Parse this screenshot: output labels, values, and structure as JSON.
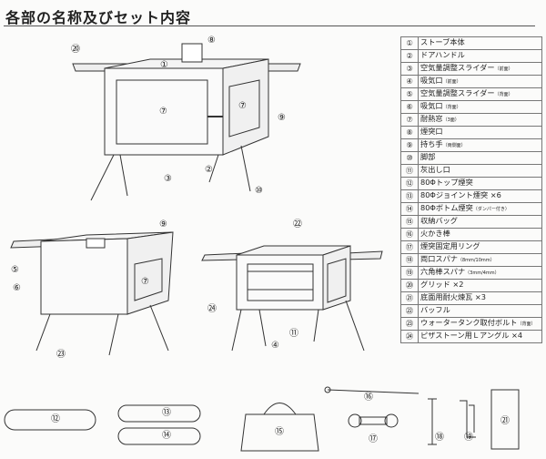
{
  "title": "各部の名称及びセット内容",
  "parts": [
    {
      "num": "①",
      "name": "ストーブ本体",
      "note": ""
    },
    {
      "num": "②",
      "name": "ドアハンドル",
      "note": ""
    },
    {
      "num": "③",
      "name": "空気量調整スライダー",
      "note": "（前面）"
    },
    {
      "num": "④",
      "name": "吸気口",
      "note": "（前面）"
    },
    {
      "num": "⑤",
      "name": "空気量調整スライダー",
      "note": "（背面）"
    },
    {
      "num": "⑥",
      "name": "吸気口",
      "note": "（背面）"
    },
    {
      "num": "⑦",
      "name": "耐熱窓",
      "note": "（3面）"
    },
    {
      "num": "⑧",
      "name": "煙突口",
      "note": ""
    },
    {
      "num": "⑨",
      "name": "持ち手",
      "note": "（両側面）"
    },
    {
      "num": "⑩",
      "name": "脚部",
      "note": ""
    },
    {
      "num": "⑪",
      "name": "灰出し口",
      "note": ""
    },
    {
      "num": "⑫",
      "name": "80Φトップ煙突",
      "note": ""
    },
    {
      "num": "⑬",
      "name": "80Φジョイント煙突 ×6",
      "note": ""
    },
    {
      "num": "⑭",
      "name": "80Φボトム煙突",
      "note": "（ダンパー付き）"
    },
    {
      "num": "⑮",
      "name": "収納バッグ",
      "note": ""
    },
    {
      "num": "⑯",
      "name": "火かき棒",
      "note": ""
    },
    {
      "num": "⑰",
      "name": "煙突固定用リング",
      "note": ""
    },
    {
      "num": "⑱",
      "name": "両口スパナ",
      "note": "（8mm/10mm）"
    },
    {
      "num": "⑲",
      "name": "六角棒スパナ",
      "note": "（3mm/4mm）"
    },
    {
      "num": "⑳",
      "name": "グリッド ×2",
      "note": ""
    },
    {
      "num": "㉑",
      "name": "底面用耐火煉瓦 ×3",
      "note": ""
    },
    {
      "num": "㉒",
      "name": "バッフル",
      "note": ""
    },
    {
      "num": "㉓",
      "name": "ウォータータンク取付ボルト",
      "note": "（背面）"
    },
    {
      "num": "㉔",
      "name": "ピザストーン用Ｌアングル ×4",
      "note": ""
    }
  ],
  "callouts": {
    "c20a": "⑳",
    "c8": "⑧",
    "c1": "①",
    "c7a": "⑦",
    "c7b": "⑦",
    "c9a": "⑨",
    "c3": "③",
    "c2": "②",
    "c10": "⑩",
    "c9b": "⑨",
    "c5": "⑤",
    "c6": "⑥",
    "c7c": "⑦",
    "c23": "㉓",
    "c22": "㉒",
    "c24": "㉔",
    "c4": "④",
    "c11": "⑪",
    "c12": "⑫",
    "c13": "⑬",
    "c14": "⑭",
    "c15": "⑮",
    "c16": "⑯",
    "c17": "⑰",
    "c18": "⑱",
    "c19": "⑲",
    "c21": "㉑"
  }
}
